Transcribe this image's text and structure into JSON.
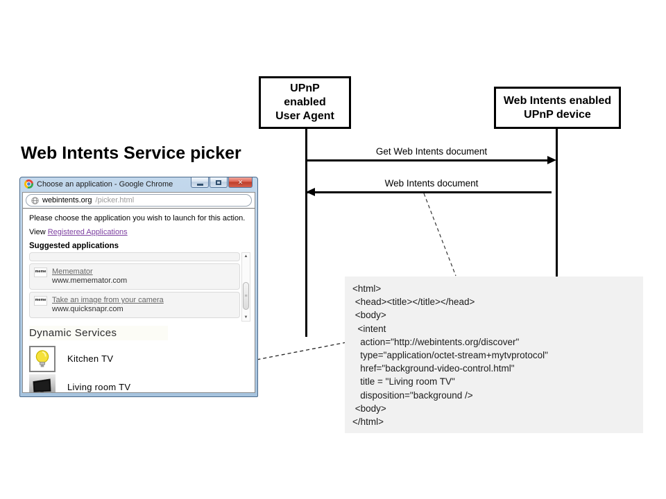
{
  "page_title": "Web Intents Service picker",
  "sequence": {
    "left_actor": {
      "line1": "UPnP",
      "line2": "enabled",
      "line3": "User Agent"
    },
    "right_actor": {
      "line1": "Web Intents enabled",
      "line2": "UPnP device"
    },
    "messages": [
      {
        "label": "Get  Web Intents document",
        "direction": "right"
      },
      {
        "label": "Web Intents document",
        "direction": "left"
      }
    ]
  },
  "browser": {
    "window_title": "Choose an application - Google Chrome",
    "window_controls": {
      "close_glyph": "✕"
    },
    "url": {
      "host": "webintents.org",
      "path": "/picker.html"
    },
    "prompt": "Please choose the application you wish to launch for this action.",
    "view_prefix": "View",
    "registered_link": "Registered Applications",
    "suggested_heading": "Suggested applications",
    "apps": [
      {
        "icon": "meme-icon",
        "icon_text": "meme",
        "name": "Mememator",
        "url": "www.mememator.com"
      },
      {
        "icon": "meme-icon",
        "icon_text": "meme",
        "name": "Take an image from your camera",
        "url": "www.quicksnapr.com"
      }
    ],
    "scrollbar": {
      "up_glyph": "▲",
      "down_glyph": "▼",
      "grip_glyph": "≡"
    },
    "dynamic_heading": "Dynamic Services",
    "services": [
      {
        "icon": "lightbulb-icon",
        "name": "Kitchen TV"
      },
      {
        "icon": "tv-icon",
        "name": "Living room TV"
      }
    ]
  },
  "code": {
    "lines": [
      "<html>",
      " <head><title></title></head>",
      " <body>",
      "  <intent",
      "   action=\"http://webintents.org/discover\"",
      "   type=\"application/octet-stream+mytvprotocol\"",
      "   href=\"background-video-control.html\"",
      "   title = \"Living room TV\"",
      "   disposition=\"background />",
      " <body>",
      "</html>"
    ]
  },
  "colors": {
    "titlebar": "#b7cee6",
    "frame": "#49688a",
    "close_red": "#bb3a26",
    "link_purple": "#7c3fa0",
    "code_bg": "#f1f1f1",
    "bulb_yellow": "#f5e13a"
  }
}
